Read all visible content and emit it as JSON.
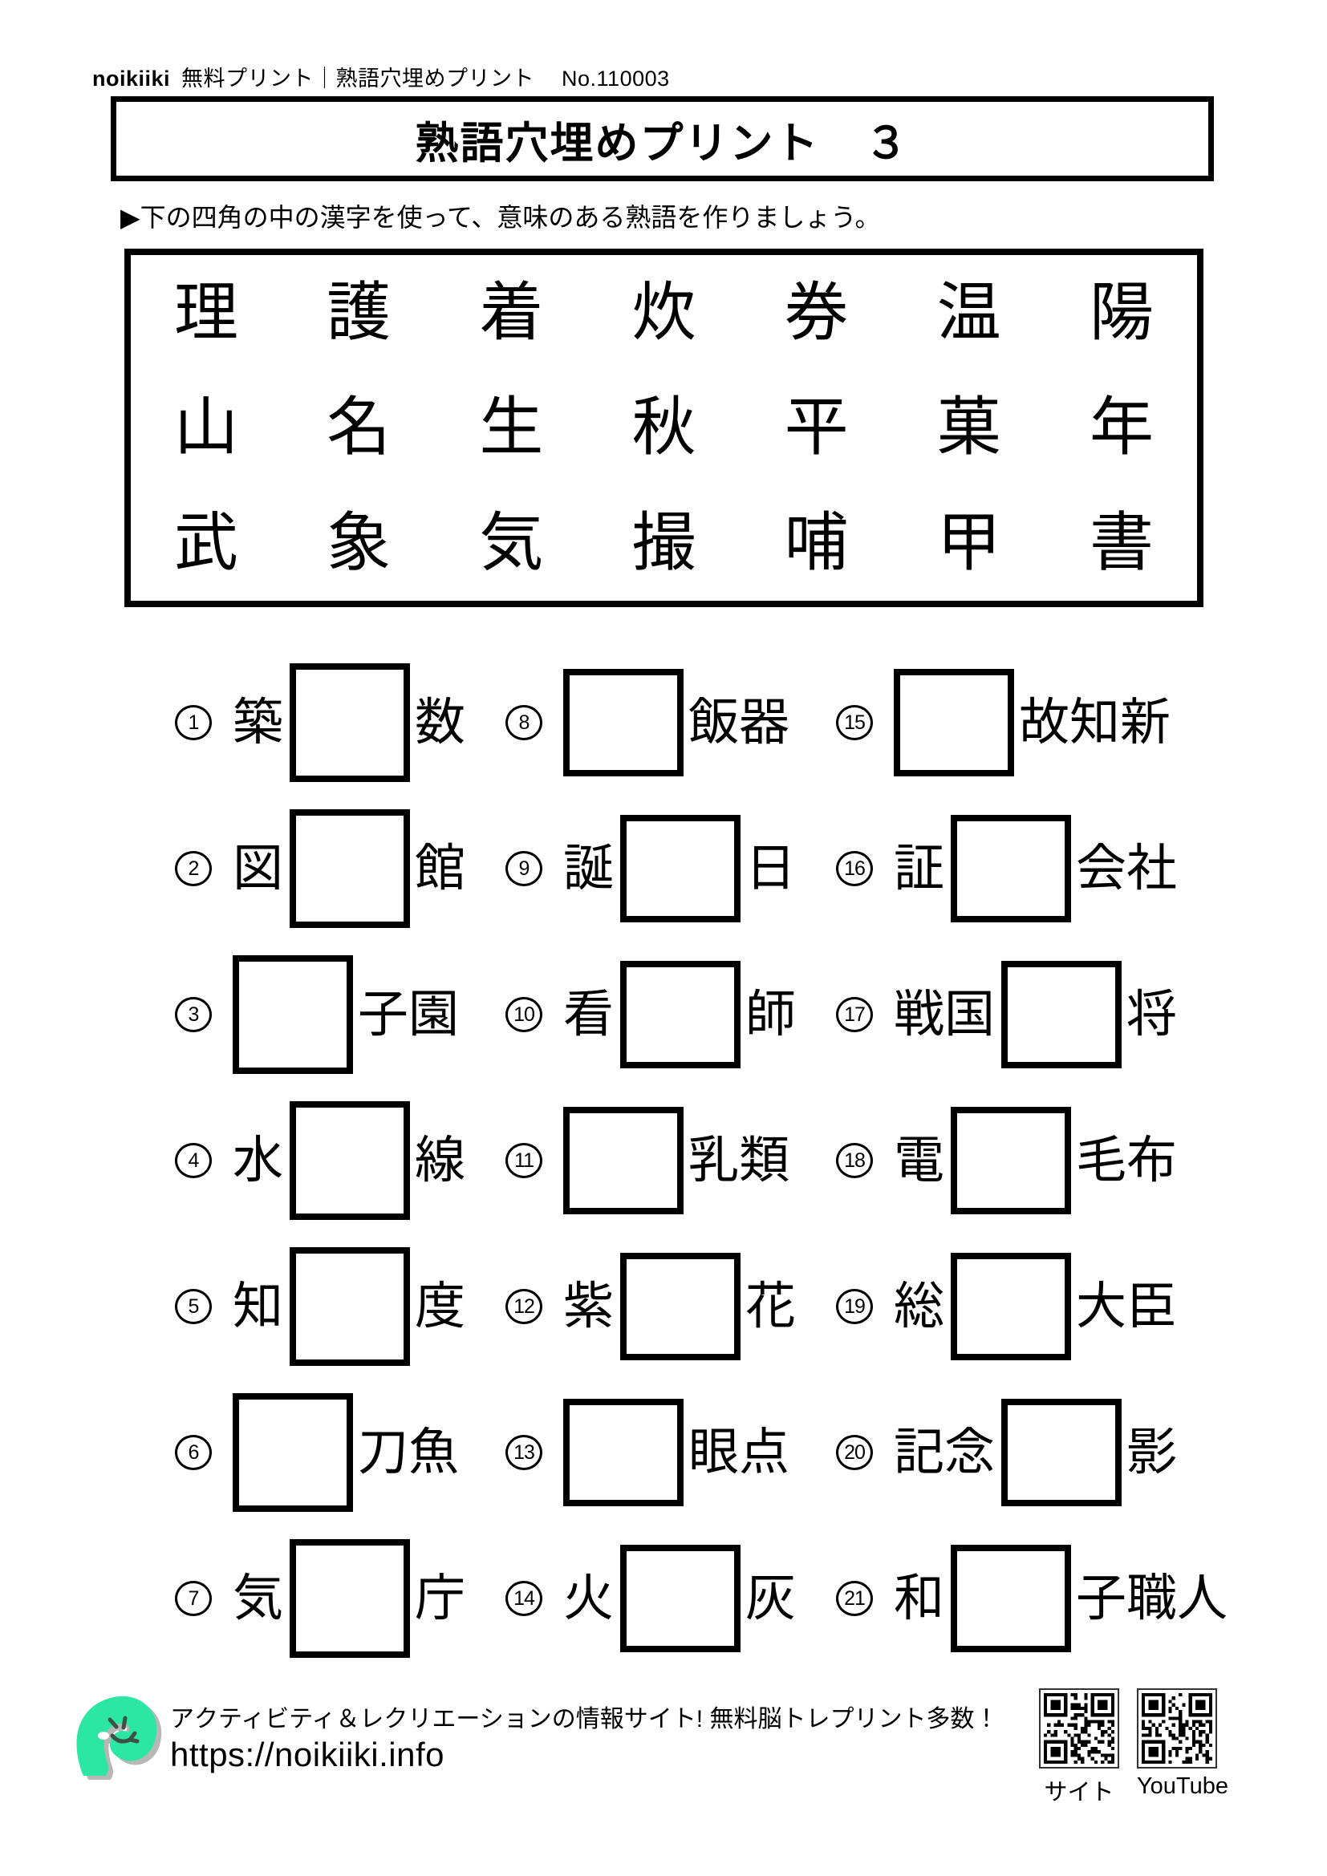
{
  "header": {
    "brand": "noikiiki",
    "category": "無料プリント｜熟語穴埋めプリント",
    "doc_no": "No.110003"
  },
  "title": "熟語穴埋めプリント　３",
  "instruction": "▶下の四角の中の漢字を使って、意味のある熟語を作りましょう。",
  "kanji_pool": {
    "row1": [
      "理",
      "護",
      "着",
      "炊",
      "券",
      "温",
      "陽"
    ],
    "row2": [
      "山",
      "名",
      "生",
      "秋",
      "平",
      "菓",
      "年"
    ],
    "row3": [
      "武",
      "象",
      "気",
      "撮",
      "哺",
      "甲",
      "書"
    ]
  },
  "puzzles": [
    {
      "num": "1",
      "pre": "築",
      "post": "数"
    },
    {
      "num": "2",
      "pre": "図",
      "post": "館"
    },
    {
      "num": "3",
      "pre": "",
      "post": "子園"
    },
    {
      "num": "4",
      "pre": "水",
      "post": "線"
    },
    {
      "num": "5",
      "pre": "知",
      "post": "度"
    },
    {
      "num": "6",
      "pre": "",
      "post": "刀魚"
    },
    {
      "num": "7",
      "pre": "気",
      "post": "庁"
    },
    {
      "num": "8",
      "pre": "",
      "post": "飯器"
    },
    {
      "num": "9",
      "pre": "誕",
      "post": "日"
    },
    {
      "num": "10",
      "pre": "看",
      "post": "師"
    },
    {
      "num": "11",
      "pre": "",
      "post": "乳類"
    },
    {
      "num": "12",
      "pre": "紫",
      "post": "花"
    },
    {
      "num": "13",
      "pre": "",
      "post": "眼点"
    },
    {
      "num": "14",
      "pre": "火",
      "post": "灰"
    },
    {
      "num": "15",
      "pre": "",
      "post": "故知新"
    },
    {
      "num": "16",
      "pre": "証",
      "post": "会社"
    },
    {
      "num": "17",
      "pre": "戦国",
      "post": "将"
    },
    {
      "num": "18",
      "pre": "電",
      "post": "毛布"
    },
    {
      "num": "19",
      "pre": "総",
      "post": "大臣"
    },
    {
      "num": "20",
      "pre": "記念",
      "post": "影"
    },
    {
      "num": "21",
      "pre": "和",
      "post": "子職人"
    }
  ],
  "footer": {
    "tagline": "アクティビティ＆レクリエーションの情報サイト! 無料脳トレプリント多数！",
    "url": "https://noikiiki.info",
    "qr_site_label": "サイト",
    "qr_youtube_label": "YouTube",
    "mascot_color": "#2ce6a4"
  }
}
